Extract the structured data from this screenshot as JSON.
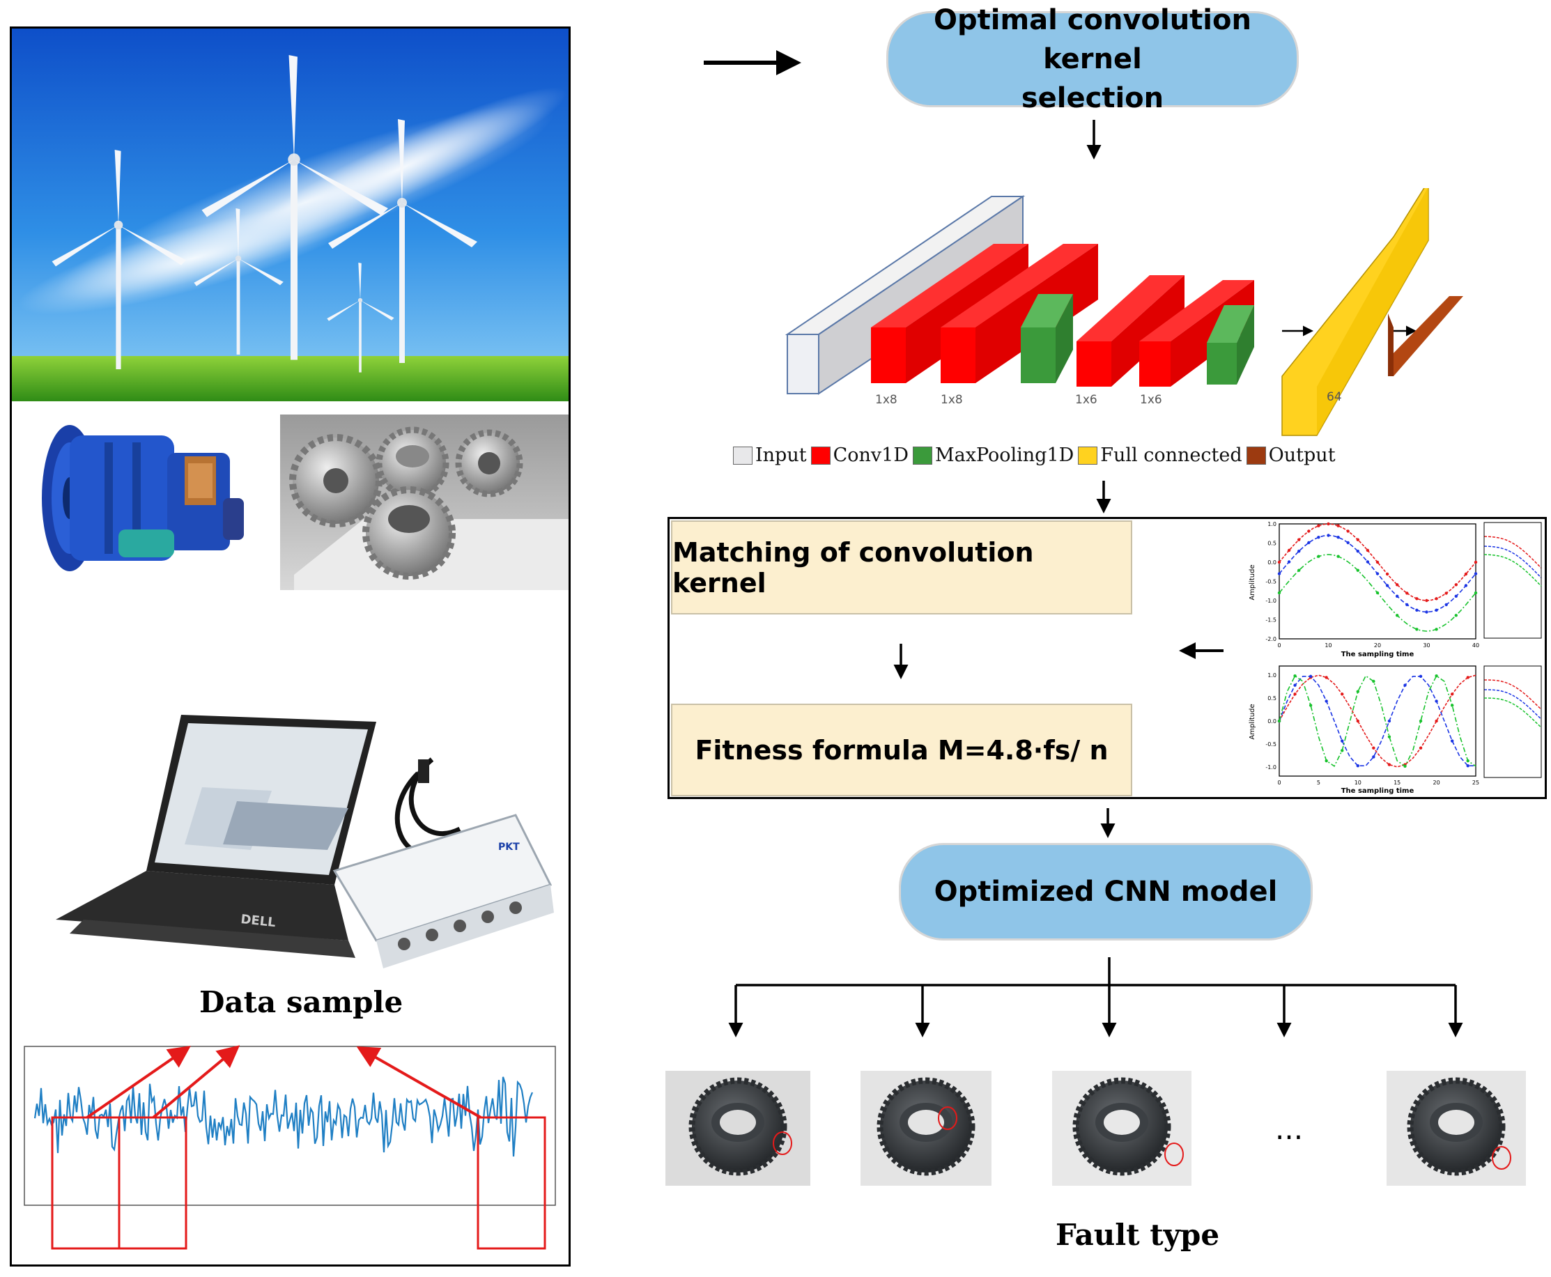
{
  "title": "",
  "flow": {
    "top_step": "Optimal convolution kernel selection",
    "top_step_lines": [
      "Optimal convolution kernel",
      "selection"
    ],
    "match_step": "Matching of convolution kernel",
    "fitness_step": "Fitness formula M=4.8·fs/ n",
    "model_step": "Optimized CNN model",
    "fault_label": "Fault type",
    "ellipsis": "..."
  },
  "left_panel": {
    "data_label": "Data sample",
    "laptop_brand": "DELL",
    "daq_brand": "PKT"
  },
  "cnn": {
    "legend": [
      {
        "label": "Input",
        "color": "#e8e8ea"
      },
      {
        "label": "Conv1D",
        "color": "#ff0000"
      },
      {
        "label": "MaxPooling1D",
        "color": "#3b9a3b"
      },
      {
        "label": "Full connected",
        "color": "#ffd21f"
      },
      {
        "label": "Output",
        "color": "#9c3a10"
      }
    ],
    "layer_labels": [
      "1x8",
      "1x8",
      "1x6",
      "1x6",
      "64"
    ]
  },
  "mini_charts": {
    "top": {
      "ylabel": "Amplitude",
      "xlabel": "The sampling time",
      "yticks": [
        "1.0",
        "0.5",
        "0.0",
        "-0.5",
        "-1.0",
        "-1.5",
        "-2.0"
      ],
      "xticks": [
        "0",
        "10",
        "20",
        "30",
        "40"
      ]
    },
    "bottom": {
      "ylabel": "Amplitude",
      "xlabel": "The sampling time",
      "yticks": [
        "1.0",
        "0.5",
        "0.0",
        "-0.5",
        "-1.0"
      ],
      "xticks": [
        "0",
        "5",
        "10",
        "15",
        "20",
        "25"
      ]
    }
  },
  "colors": {
    "pill": "#8fc5e8",
    "match_box": "#fcefcf",
    "signal": "#1f7fc4",
    "window": "#e41a1a"
  }
}
